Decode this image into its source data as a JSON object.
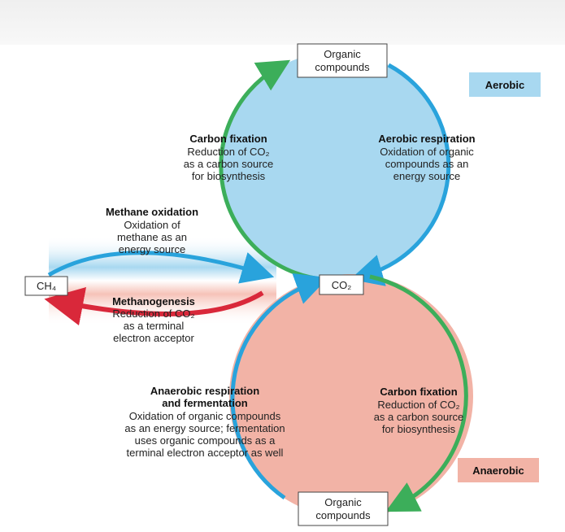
{
  "colors": {
    "aerobic_fill": "#a8d8f0",
    "anaerobic_fill": "#f2b3a6",
    "green_arrow": "#3cae5a",
    "blue_arrow": "#29a3dc",
    "red_arrow": "#d9283a"
  },
  "nodes": {
    "top_organic": [
      "Organic",
      "compounds"
    ],
    "co2": "CO₂",
    "ch4": "CH₄",
    "bottom_organic": [
      "Organic",
      "compounds"
    ]
  },
  "zones": {
    "aerobic": "Aerobic",
    "anaerobic": "Anaerobic"
  },
  "processes": {
    "carbon_fixation_top": {
      "title": "Carbon fixation",
      "lines": [
        "Reduction of CO₂",
        "as a carbon source",
        "for biosynthesis"
      ]
    },
    "aerobic_respiration": {
      "title": "Aerobic respiration",
      "lines": [
        "Oxidation of organic",
        "compounds as an",
        "energy source"
      ]
    },
    "methane_oxidation": {
      "title": "Methane oxidation",
      "lines": [
        "Oxidation of",
        "methane as an",
        "energy source"
      ]
    },
    "methanogenesis": {
      "title": "Methanogenesis",
      "lines": [
        "Reduction of CO₂",
        "as a terminal",
        "electron acceptor"
      ]
    },
    "anaerobic_respiration": {
      "title": [
        "Anaerobic respiration",
        "and fermentation"
      ],
      "lines": [
        "Oxidation of organic compounds",
        "as an energy source; fermentation",
        "uses organic compounds as a",
        "terminal electron acceptor as well"
      ]
    },
    "carbon_fixation_bottom": {
      "title": "Carbon fixation",
      "lines": [
        "Reduction of CO₂",
        "as a carbon source",
        "for biosynthesis"
      ]
    }
  }
}
